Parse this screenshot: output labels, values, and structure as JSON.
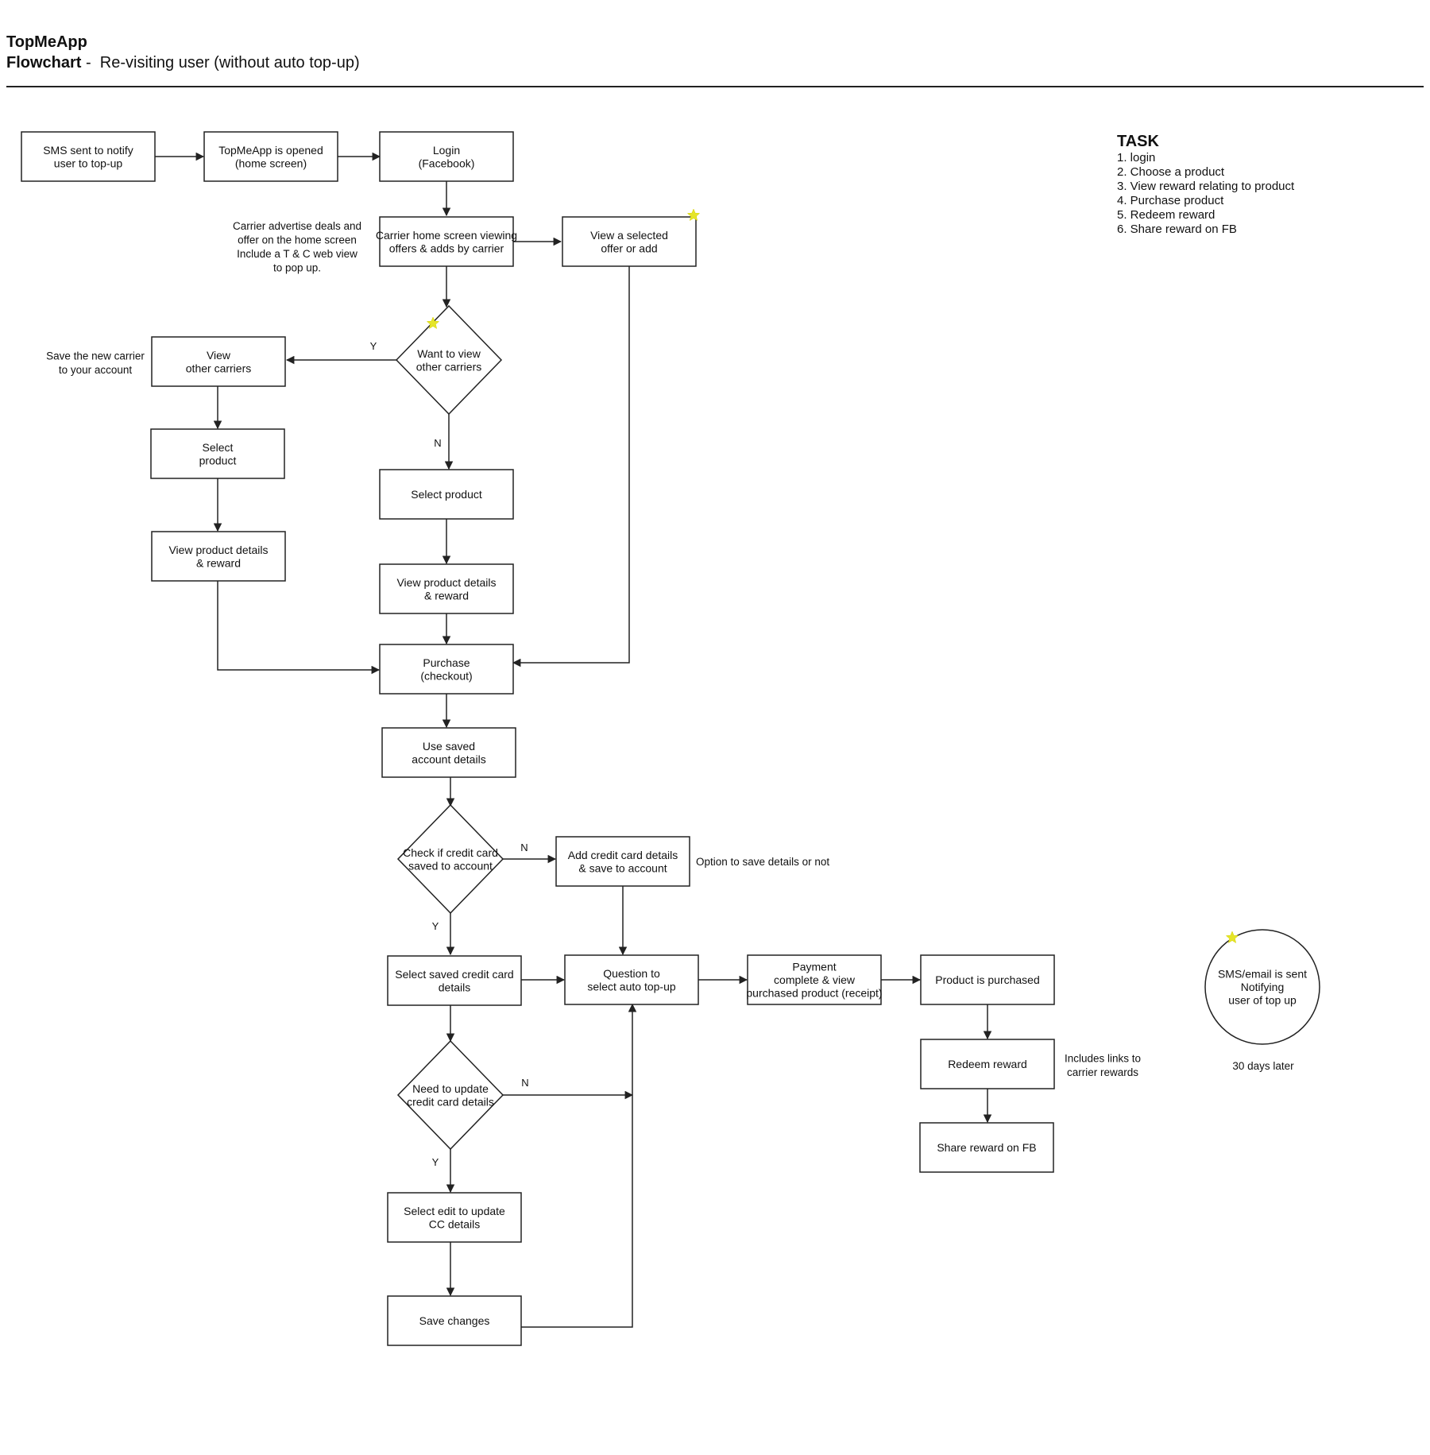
{
  "header": {
    "app_title": "TopMeApp",
    "flow_title_bold": "Flowchart",
    "flow_title_sep": " - ",
    "flow_title_rest": " Re-visiting user (without auto top-up)"
  },
  "task": {
    "title": "TASK",
    "items": [
      "1. login",
      "2. Choose a product",
      "3. View reward relating to product",
      "4. Purchase product",
      "5. Redeem reward",
      "6. Share reward on FB"
    ]
  },
  "nodes": {
    "sms_notify": [
      "SMS sent to notify",
      "user to top-up"
    ],
    "app_opened": [
      "TopMeApp is opened",
      "(home screen)"
    ],
    "login": [
      "Login",
      "(Facebook)"
    ],
    "carrier_home": [
      "Carrier home screen viewing",
      "offers & adds by carrier"
    ],
    "view_selected_offer": [
      "View a selected",
      "offer or add"
    ],
    "want_other_carriers": [
      "Want to view",
      "other carriers"
    ],
    "view_other_carriers": [
      "View",
      "other carriers"
    ],
    "select_product_left": [
      "Select",
      "product"
    ],
    "view_details_left": [
      "View product details",
      "& reward"
    ],
    "select_product_mid": [
      "Select product"
    ],
    "view_details_mid": [
      "View product details",
      "& reward"
    ],
    "purchase": [
      "Purchase",
      "(checkout)"
    ],
    "use_saved": [
      "Use saved",
      "account details"
    ],
    "check_cc": [
      "Check if credit card",
      "saved to account"
    ],
    "add_cc": [
      "Add credit card details",
      "& save to account"
    ],
    "select_saved_cc": [
      "Select saved credit card",
      "details"
    ],
    "question_auto": [
      "Question to",
      "select auto top-up"
    ],
    "payment_complete": [
      "Payment",
      "complete & view",
      "purchased product (receipt)"
    ],
    "product_purchased": [
      "Product is purchased"
    ],
    "redeem_reward": [
      "Redeem reward"
    ],
    "share_reward": [
      "Share reward on FB"
    ],
    "need_update_cc": [
      "Need to update",
      "credit card details"
    ],
    "select_edit_cc": [
      "Select edit to update",
      "CC details"
    ],
    "save_changes": [
      "Save changes"
    ],
    "sms_email_sent": [
      "SMS/email is sent",
      "Notifying",
      "user of top up"
    ]
  },
  "notes": {
    "carrier_advertise": [
      "Carrier  advertise deals and",
      "offer on the home screen",
      "Include a T & C web view",
      "to pop up."
    ],
    "save_new_carrier": [
      "Save the new carrier",
      "to your account"
    ],
    "option_save": [
      "Option to save details or not"
    ],
    "includes_links": [
      "Includes links to",
      "carrier rewards"
    ],
    "thirty_days": [
      "30 days later"
    ]
  },
  "edge_labels": {
    "yes": "Y",
    "no": "N"
  },
  "colors": {
    "line": "#222222",
    "star": "#e5e52a"
  }
}
